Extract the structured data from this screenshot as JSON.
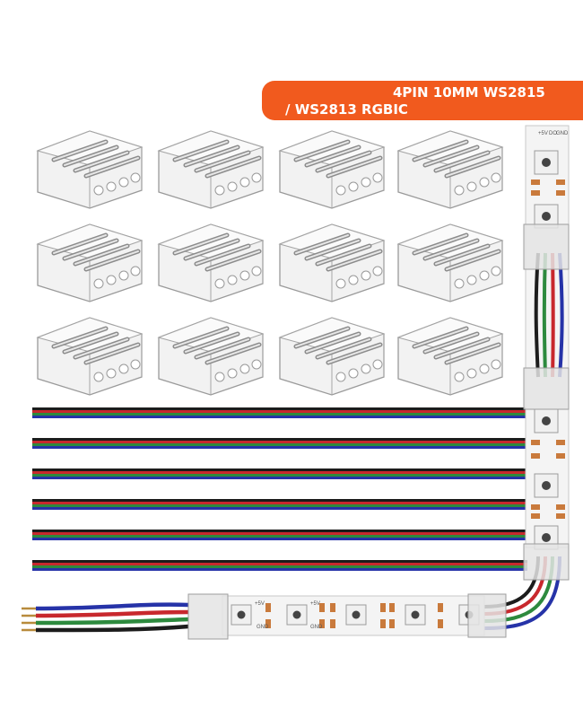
{
  "banner": {
    "line1": "4PIN 10MM WS2815",
    "line2": "/ WS2813 RGBIC"
  },
  "strip": {
    "pad_labels": [
      "+5V",
      "DO",
      "GND"
    ]
  },
  "wire_colors": {
    "black": "#1c1c1c",
    "red": "#c8282d",
    "green": "#2d8a3e",
    "blue": "#2633a8"
  },
  "accent_color": "#f15a1e"
}
